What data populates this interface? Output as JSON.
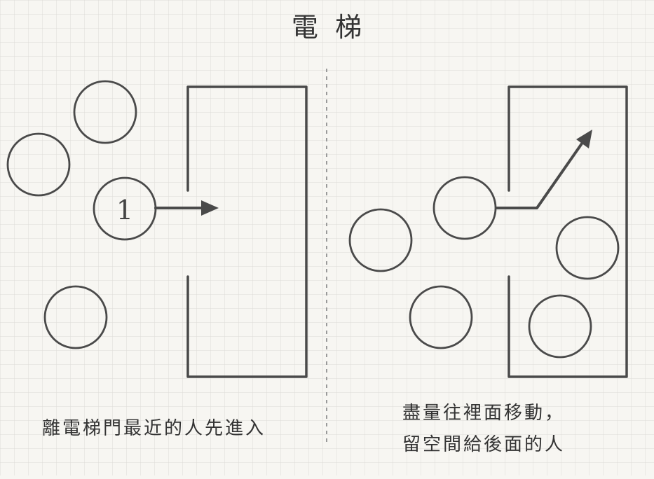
{
  "title": "電  梯",
  "colors": {
    "background": "#f7f6f2",
    "grid": "#dcdcd8",
    "ink": "#4a4a4a",
    "text": "#333333",
    "divider": "#9a9a9a"
  },
  "left_panel": {
    "person_label": "1",
    "caption": "離電梯門最近的人先進入"
  },
  "right_panel": {
    "caption_line1": "盡量往裡面移動，",
    "caption_line2": "留空間給後面的人"
  }
}
